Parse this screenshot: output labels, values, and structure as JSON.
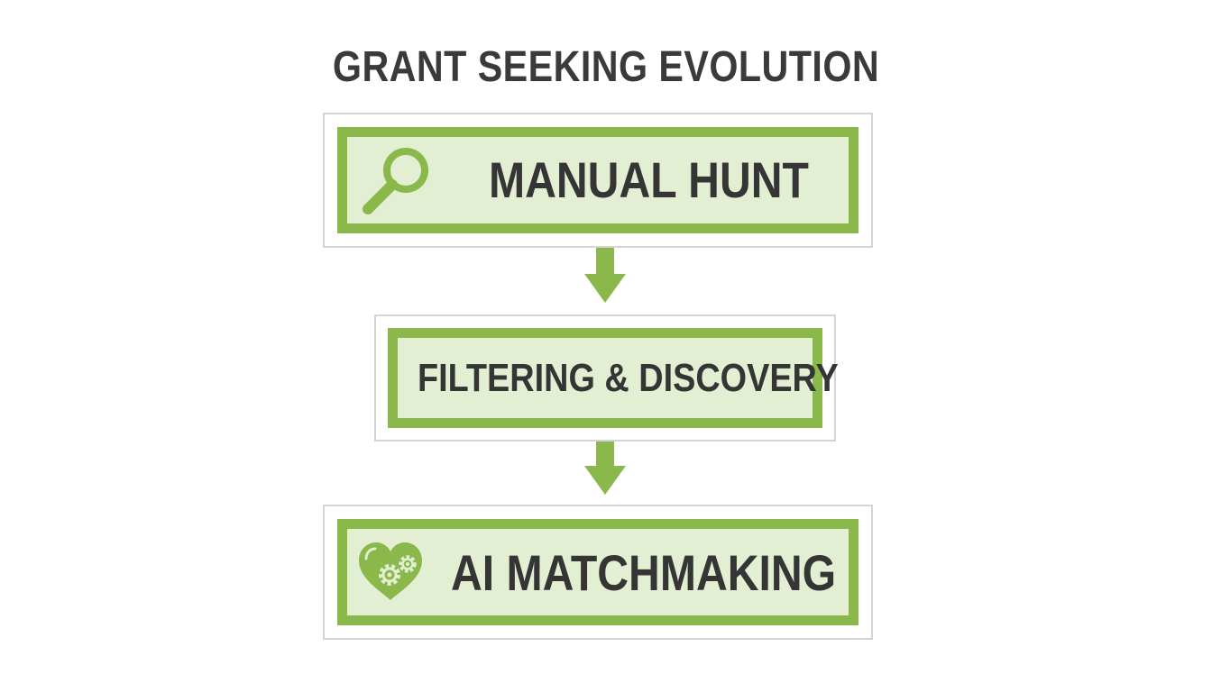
{
  "title": "GRANT SEEKING EVOLUTION",
  "stages": [
    {
      "label": "MANUAL HUNT",
      "icon": "magnifying-glass-icon"
    },
    {
      "label": "FILTERING & DISCOVERY",
      "icon": ""
    },
    {
      "label": "AI MATCHMAKING",
      "icon": "heart-gears-icon"
    }
  ],
  "colors": {
    "accent": "#8ab84a",
    "box_fill": "#e3efd2",
    "outer_border": "#d4d4d4",
    "text": "#353535",
    "title_text": "#3a3a3a",
    "background": "#ffffff"
  }
}
